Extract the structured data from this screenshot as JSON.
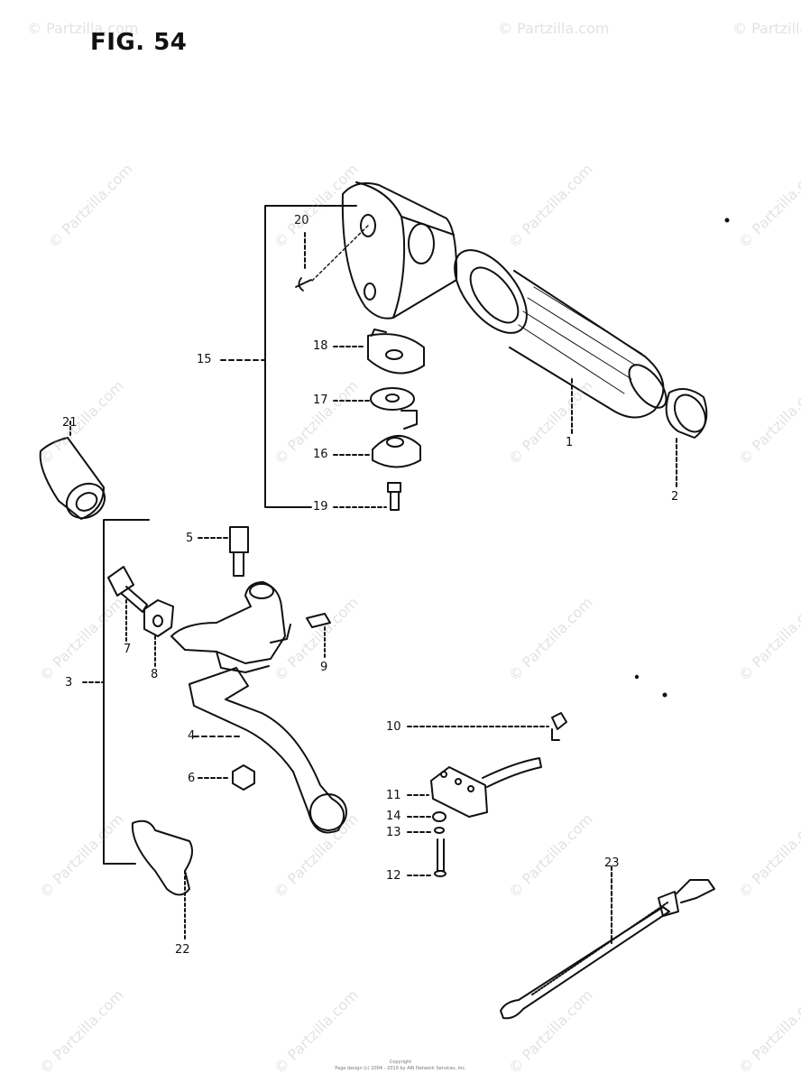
{
  "figure": {
    "title": "FIG. 54"
  },
  "watermark": "© Partzilla.com",
  "footer": {
    "line1": "Copyright",
    "line2": "Page design (c) 2004 - 2019 by ARI Network Services, Inc."
  },
  "callouts": [
    {
      "id": "c1",
      "text": "1"
    },
    {
      "id": "c2",
      "text": "2"
    },
    {
      "id": "c3",
      "text": "3"
    },
    {
      "id": "c4",
      "text": "4"
    },
    {
      "id": "c5",
      "text": "5"
    },
    {
      "id": "c6",
      "text": "6"
    },
    {
      "id": "c7",
      "text": "7"
    },
    {
      "id": "c8",
      "text": "8"
    },
    {
      "id": "c9",
      "text": "9"
    },
    {
      "id": "c10",
      "text": "10"
    },
    {
      "id": "c11",
      "text": "11"
    },
    {
      "id": "c12",
      "text": "12"
    },
    {
      "id": "c13",
      "text": "13"
    },
    {
      "id": "c14",
      "text": "14"
    },
    {
      "id": "c15",
      "text": "15"
    },
    {
      "id": "c16",
      "text": "16"
    },
    {
      "id": "c17",
      "text": "17"
    },
    {
      "id": "c18",
      "text": "18"
    },
    {
      "id": "c19",
      "text": "19"
    },
    {
      "id": "c20",
      "text": "20"
    },
    {
      "id": "c21",
      "text": "21"
    },
    {
      "id": "c22",
      "text": "22"
    },
    {
      "id": "c23",
      "text": "23"
    }
  ]
}
